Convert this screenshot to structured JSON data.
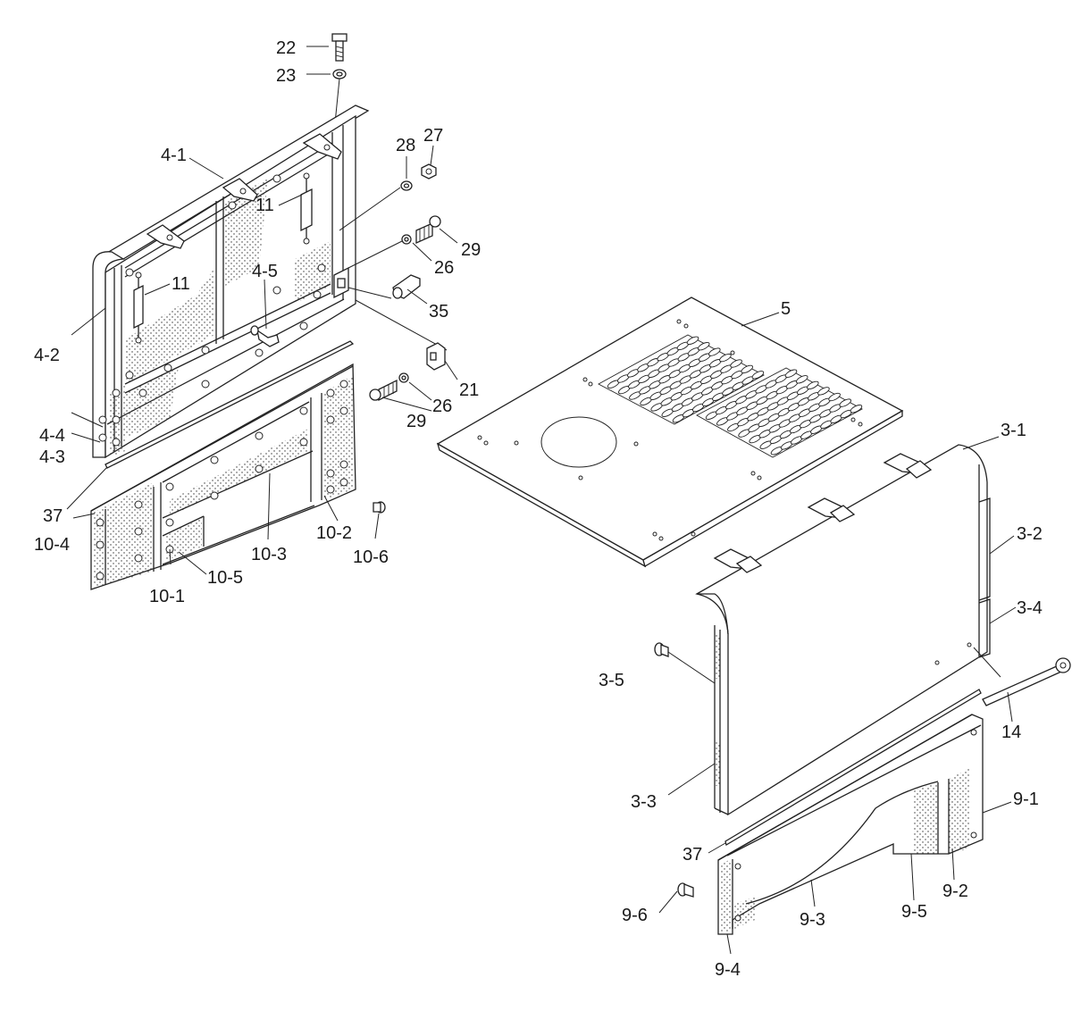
{
  "labels": {
    "l22": "22",
    "l23": "23",
    "l28": "28",
    "l27": "27",
    "l4_1": "4-1",
    "l11a": "11",
    "l29a": "29",
    "l26a": "26",
    "l11b": "11",
    "l35": "35",
    "l4_5": "4-5",
    "l4_2": "4-2",
    "l5": "5",
    "l21": "21",
    "l26b": "26",
    "l29b": "29",
    "l4_4": "4-4",
    "l4_3": "4-3",
    "l3_1": "3-1",
    "l3_2": "3-2",
    "l37a": "37",
    "l10_4": "10-4",
    "l10_2": "10-2",
    "l10_3": "10-3",
    "l10_6": "10-6",
    "l10_5": "10-5",
    "l10_1": "10-1",
    "l3_4": "3-4",
    "l3_5": "3-5",
    "l14": "14",
    "l3_3": "3-3",
    "l9_1": "9-1",
    "l37b": "37",
    "l9_2": "9-2",
    "l9_6": "9-6",
    "l9_3": "9-3",
    "l9_5": "9-5",
    "l9_4": "9-4"
  },
  "colors": {
    "line": "#222222",
    "background": "#ffffff"
  }
}
